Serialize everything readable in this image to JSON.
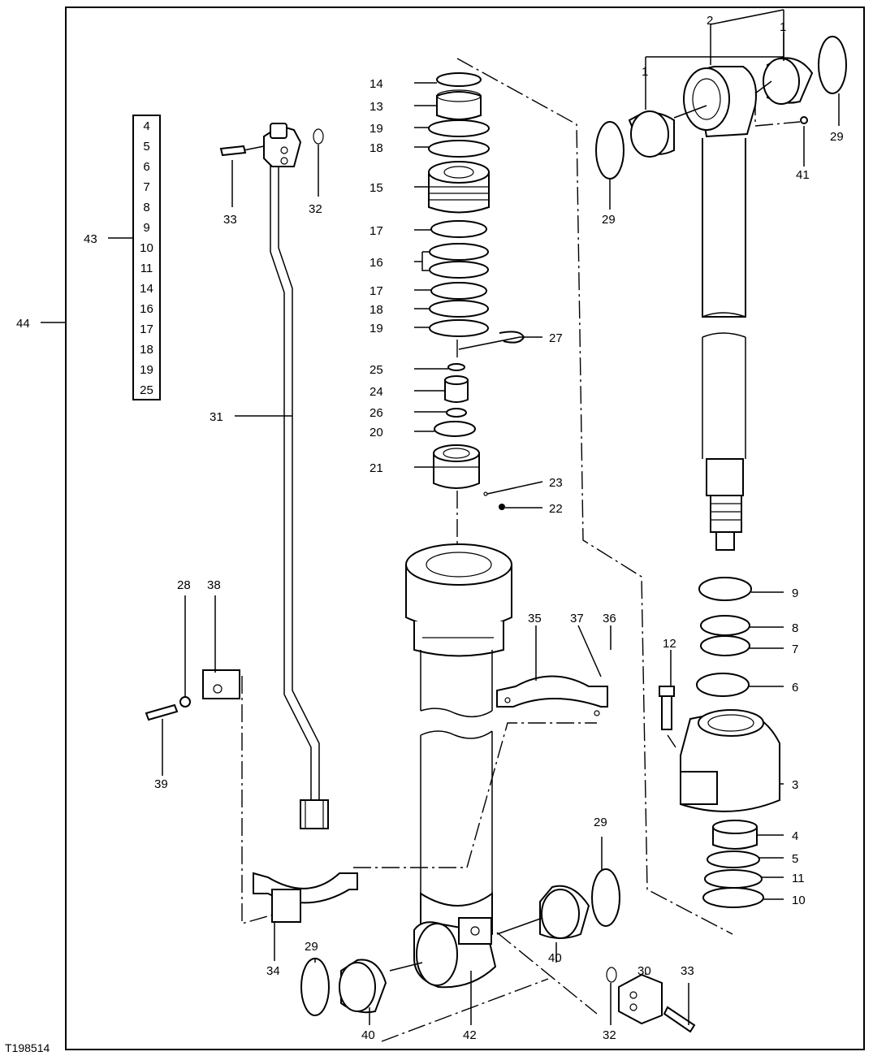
{
  "figure_id": "T198514",
  "kit_list": [
    "4",
    "5",
    "6",
    "7",
    "8",
    "9",
    "10",
    "11",
    "14",
    "16",
    "17",
    "18",
    "19",
    "25"
  ],
  "callouts": {
    "c1a": "1",
    "c1b": "1",
    "c2": "2",
    "c3": "3",
    "c4": "4",
    "c5": "5",
    "c6": "6",
    "c7": "7",
    "c8": "8",
    "c9": "9",
    "c10": "10",
    "c11": "11",
    "c12": "12",
    "c13": "13",
    "c14": "14",
    "c15": "15",
    "c16": "16",
    "c17a": "17",
    "c17b": "17",
    "c18a": "18",
    "c18b": "18",
    "c19a": "19",
    "c19b": "19",
    "c20": "20",
    "c21": "21",
    "c22": "22",
    "c23": "23",
    "c24": "24",
    "c25": "25",
    "c26": "26",
    "c27": "27",
    "c28": "28",
    "c29a": "29",
    "c29b": "29",
    "c29c": "29",
    "c29d": "29",
    "c30": "30",
    "c31": "31",
    "c32a": "32",
    "c32b": "32",
    "c33a": "33",
    "c33b": "33",
    "c34": "34",
    "c35": "35",
    "c36": "36",
    "c37": "37",
    "c38": "38",
    "c39": "39",
    "c40a": "40",
    "c40b": "40",
    "c41": "41",
    "c42": "42",
    "c43": "43",
    "c44": "44"
  }
}
